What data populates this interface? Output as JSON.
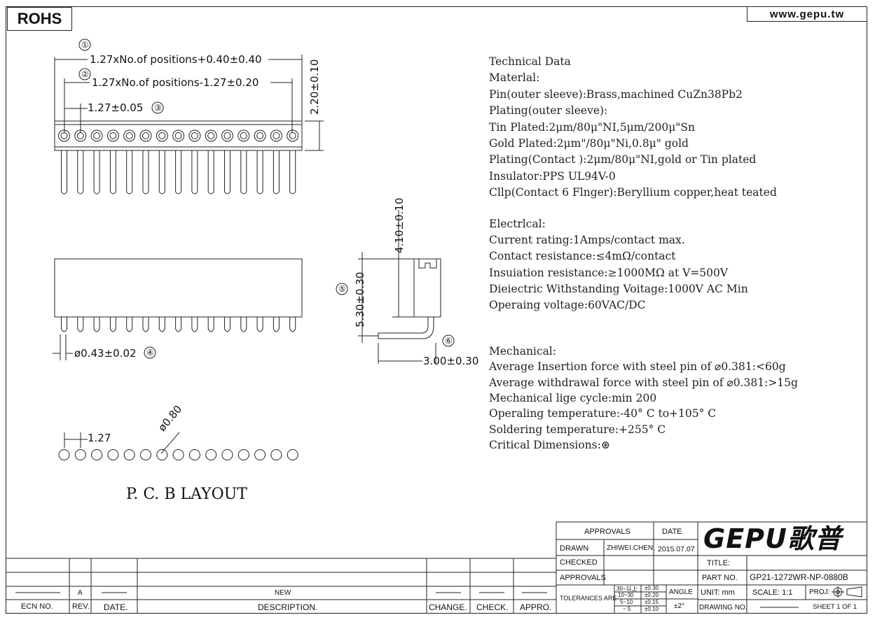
{
  "header": {
    "rohs": "ROHS",
    "website": "www.gepu.tw"
  },
  "dimensions": {
    "d1": "1.27xNo.of positions+0.40±0.40",
    "d2": "1.27xNo.of positions-1.27±0.20",
    "d3": "1.27±0.05",
    "d4": "ø0.43±0.02",
    "d5": "5.30±0.30",
    "d6": "3.00±0.30",
    "height": "2.20±0.10",
    "side_height": "4.10±0.10",
    "pitch": "1.27",
    "hole": "ø0.80",
    "c1": "①",
    "c2": "②",
    "c3": "③",
    "c4": "④",
    "c5": "⑤",
    "c6": "⑥"
  },
  "pcb_label": "P. C. B  LAYOUT",
  "technical": [
    "Technical Data",
    "Materlal:",
    "Pin(outer sleeve):Brass,machined CuZn38Pb2",
    "Plating(outer sleeve):",
    "Tin Plated:2μm/80μ\"NI,5μm/200μ\"Sn",
    "Gold Plated:2μm\"/80μ\"Ni,0.8μ\" gold",
    "Plating(Contact ):2μm/80μ\"NI,gold or Tin plated",
    "Insulator:PPS UL94V-0",
    "Cllp(Contact 6 Flnger):Beryllium copper,heat teated"
  ],
  "electrical": [
    "Electrlcal:",
    "Current rating:1Amps/contact max.",
    "Contact resistance:≤4mΩ/contact",
    "Insuiation resistance:≥1000MΩ at V=500V",
    "Dieiectric Withstanding Voitage:1000V AC Min",
    "Operaing voltage:60VAC/DC"
  ],
  "mechanical": [
    "Mechanical:",
    "Average Insertion force with steel pin of ⌀0.381:<60g",
    "Average withdrawal force with steel pin of ⌀0.381:>15g",
    "Mechanical lige cycle:min 200",
    "Operaling temperature:-40° C  to+105° C",
    "Soldering temperature:+255° C",
    "Critical Dimensions:⊛"
  ],
  "title_block": {
    "approvals": "APPROVALS",
    "date": "DATE",
    "drawn": "DRAWN",
    "drawn_by": "ZHIWEI.CHEN",
    "drawn_date": "2015.07.07",
    "checked": "CHECKED",
    "approvals2": "APPROVALS",
    "tolerances": "TOLERANCES ARE",
    "tol_range1": "30~以上",
    "tol_val1": "±0.30",
    "tol_range2": "10~30",
    "tol_val2": "±0.20",
    "tol_range3": "5~10",
    "tol_val3": "±0.15",
    "tol_range4": "~ 5",
    "tol_val4": "±0.10",
    "angle": "ANGLE",
    "angle_val": "±2°",
    "logo": "GEPU歌普",
    "title": "TITLE:",
    "part_no": "PART NO.",
    "part_no_val": "GP21-1272WR-NP-0880B",
    "unit": "UNIT:  mm",
    "scale": "SCALE:   1:1",
    "proj": "PROJ:",
    "drawing_no": "DRAWING NO.",
    "sheet": "SHEET   1  OF  1"
  },
  "revision": {
    "ecn_no": "ECN  NO.",
    "rev": "REV.",
    "date": "DATE.",
    "description": "DESCRIPTION.",
    "change": "CHANGE.",
    "check": "CHECK.",
    "appro": "APPRO.",
    "rev_val": "A",
    "desc_val": "NEW"
  }
}
